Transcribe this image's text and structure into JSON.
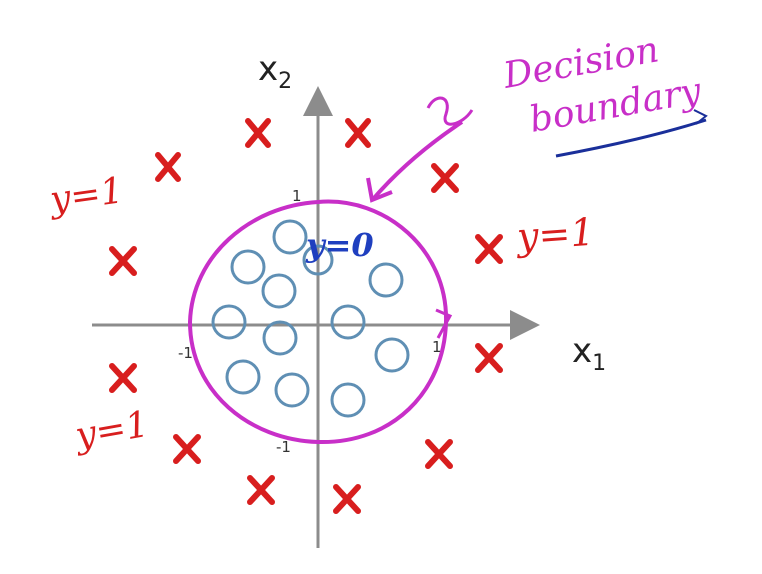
{
  "axes": {
    "x_label": "x",
    "x_sub": "1",
    "y_label": "x",
    "y_sub": "2",
    "ticks": {
      "x_neg": "-1",
      "x_pos": "1",
      "y_pos": "1",
      "y_neg": "-1"
    }
  },
  "annotations": {
    "decision_line1": "Decision",
    "decision_line2": "boundary",
    "inner_class": "y=0",
    "outer_class_top_left": "y=1",
    "outer_class_right": "y=1",
    "outer_class_bottom_left": "y=1"
  },
  "colors": {
    "axis": "#8c8c8c",
    "cross": "#d81e1e",
    "circle": "#5f8fb4",
    "boundary": "#c82fc8",
    "annotation_magenta": "#c82fc8",
    "annotation_red": "#d81e1e",
    "annotation_blue": "#1f3fbf",
    "underline": "#1a2f9a"
  },
  "icons": {
    "positive_marker": "red-cross-icon",
    "negative_marker": "blue-circle-icon"
  }
}
